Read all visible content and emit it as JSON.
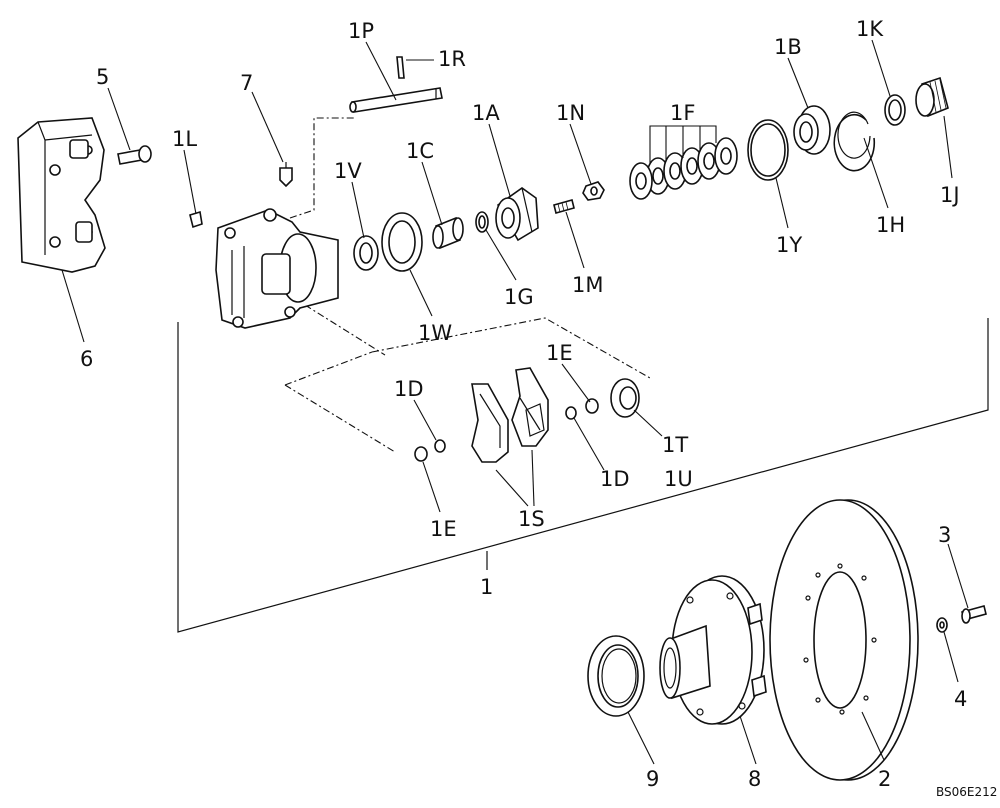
{
  "diagram": {
    "drawing_code": "BS06E212",
    "callouts": [
      "1P",
      "1R",
      "5",
      "7",
      "1L",
      "1V",
      "1C",
      "1A",
      "1N",
      "1F",
      "1B",
      "1K",
      "1J",
      "1H",
      "1Y",
      "1M",
      "1G",
      "1W",
      "6",
      "1E",
      "1D",
      "1T",
      "1U",
      "1D",
      "1E",
      "1S",
      "1",
      "3",
      "4",
      "2",
      "8",
      "9"
    ]
  }
}
